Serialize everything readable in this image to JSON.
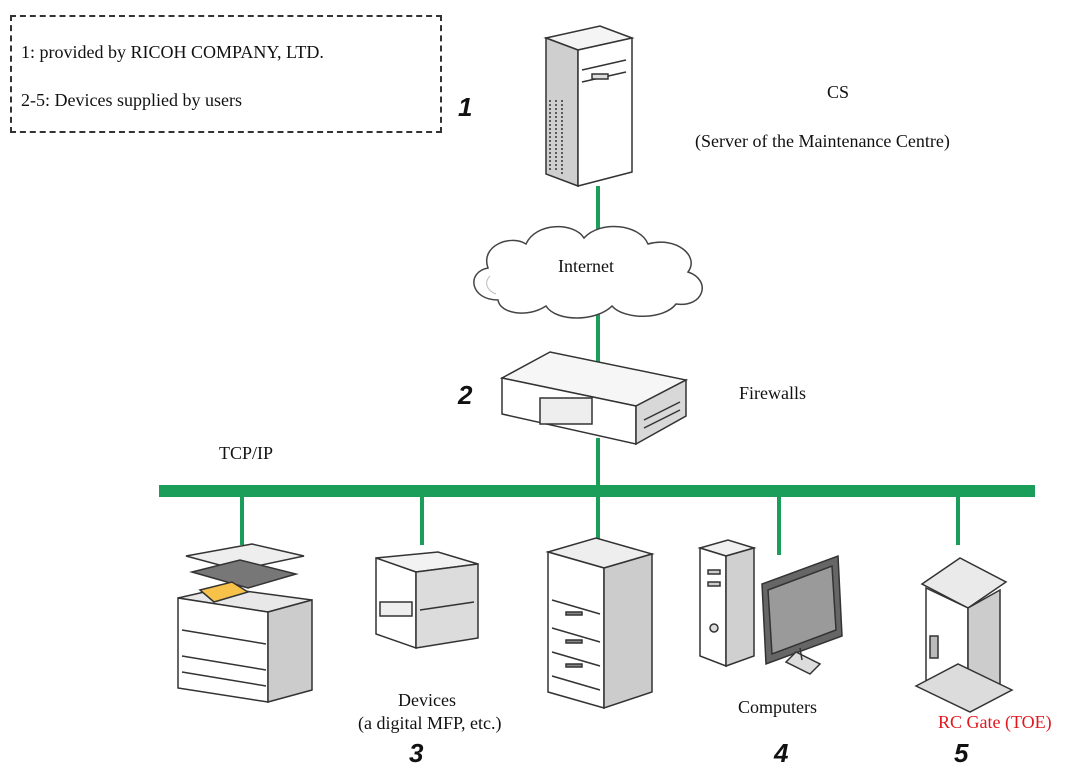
{
  "legend": {
    "line1": "1: provided by RICOH COMPANY, LTD.",
    "line2": "2-5: Devices supplied by users"
  },
  "nodes": {
    "cs": {
      "label": "CS",
      "sublabel": "(Server of the Maintenance Centre)",
      "number": "1"
    },
    "internet": {
      "label": "Internet"
    },
    "firewall": {
      "label": "Firewalls",
      "number": "2"
    },
    "network": {
      "label": "TCP/IP"
    },
    "devices": {
      "label": "Devices",
      "sublabel": "(a digital MFP, etc.)",
      "number": "3"
    },
    "computers": {
      "label": "Computers",
      "number": "4"
    },
    "rcgate": {
      "label": "RC Gate (TOE)",
      "number": "5"
    }
  },
  "colors": {
    "link": "#1a9e5a",
    "highlight": "#e0181e"
  }
}
